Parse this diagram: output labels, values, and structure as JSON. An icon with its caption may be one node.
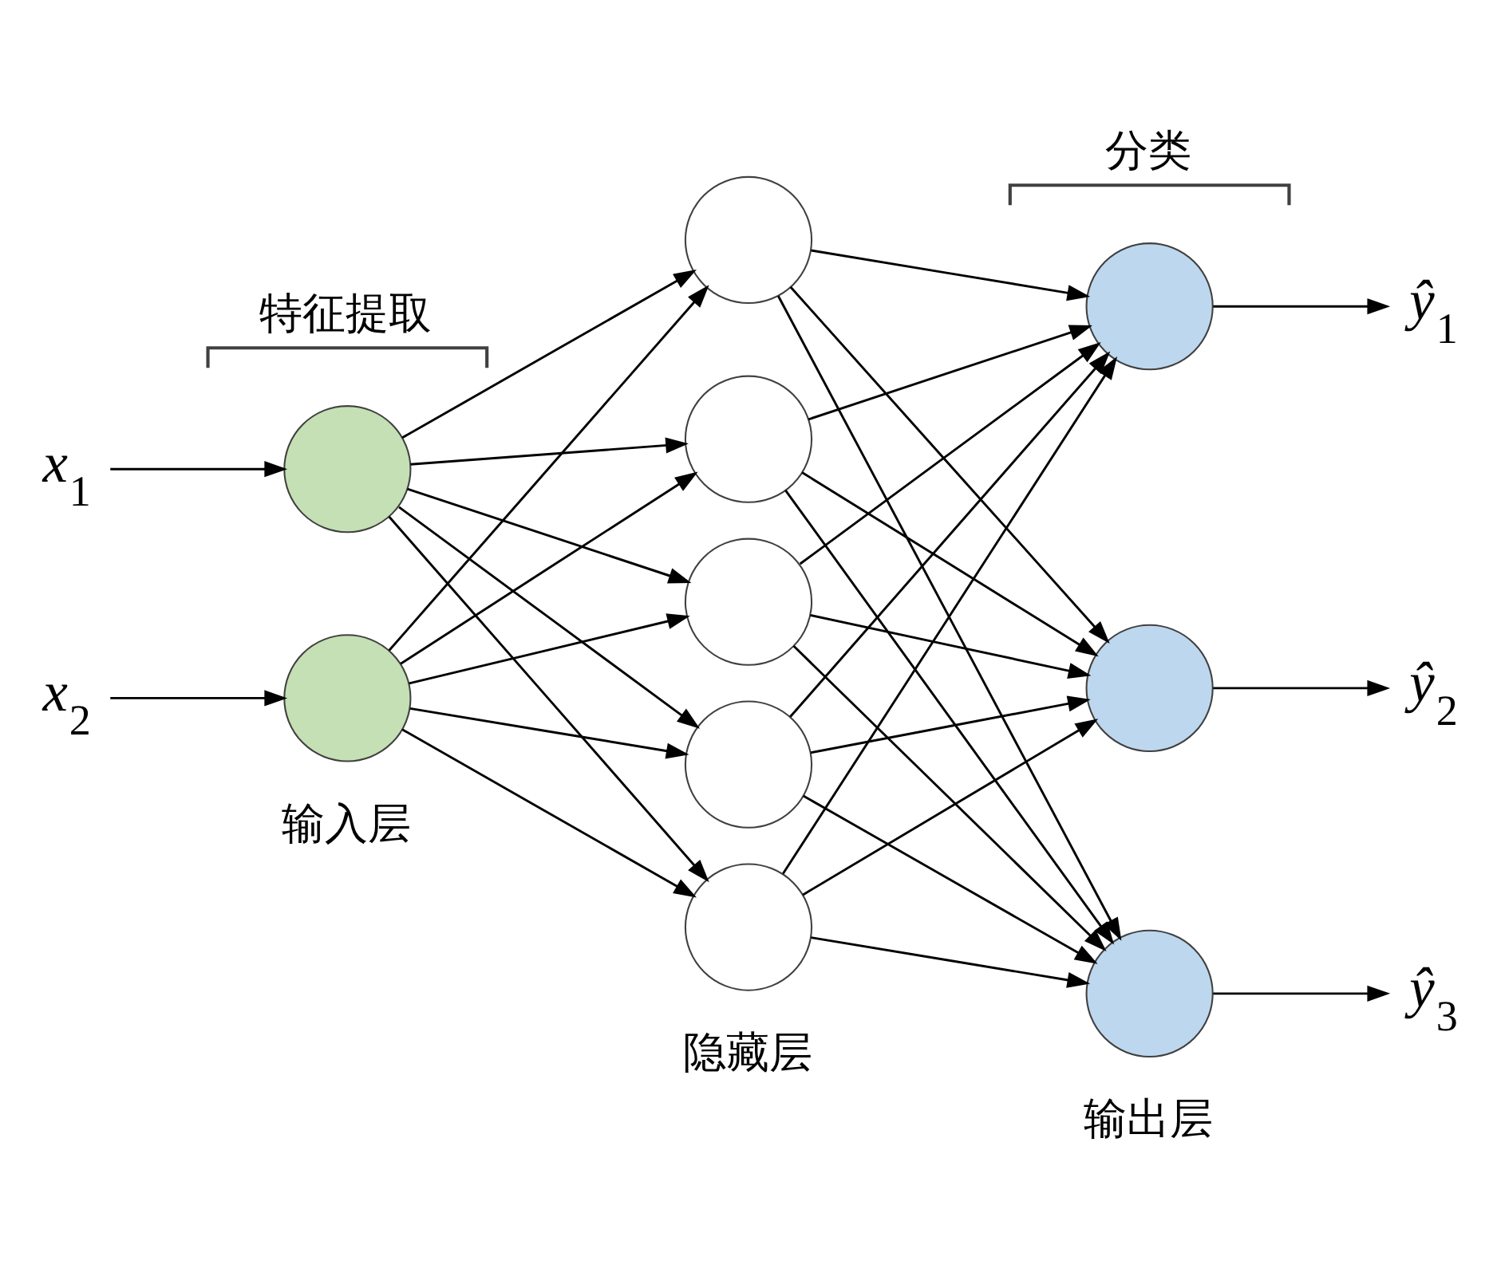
{
  "diagram": {
    "nodes": [
      {
        "text": [
          "x$_{1}$"
        ]
      },
      {
        "text": [
          "x$_{2}$"
        ]
      },
      {
        "text": [],
        "shape": "circle"
      },
      {
        "text": [],
        "shape": "circle"
      },
      {
        "text": [],
        "shape": "circle"
      },
      {
        "text": [],
        "shape": "circle"
      },
      {
        "text": [],
        "shape": "circle"
      },
      {
        "text": [],
        "shape": "circle"
      },
      {
        "text": [],
        "shape": "circle"
      },
      {
        "text": [],
        "shape": "circle"
      },
      {
        "text": [],
        "shape": "circle"
      },
      {
        "text": [],
        "shape": "circle"
      },
      {
        "text": [
          "ŷ$_{1}$"
        ]
      },
      {
        "text": [
          "ŷ$_{2}$"
        ]
      },
      {
        "text": [
          "ŷ$_{3}$"
        ]
      }
    ],
    "edges": [
      {
        "from": 0,
        "to": 2,
        "arrow": "to"
      },
      {
        "from": 1,
        "to": 3,
        "arrow": "to"
      },
      {
        "from": 2,
        "to": 4,
        "arrow": "to"
      },
      {
        "from": 2,
        "to": 5,
        "arrow": "to"
      },
      {
        "from": 2,
        "to": 6,
        "arrow": "to"
      },
      {
        "from": 2,
        "to": 7,
        "arrow": "to"
      },
      {
        "from": 2,
        "to": 8,
        "arrow": "to"
      },
      {
        "from": 3,
        "to": 4,
        "arrow": "to"
      },
      {
        "from": 3,
        "to": 5,
        "arrow": "to"
      },
      {
        "from": 3,
        "to": 6,
        "arrow": "to"
      },
      {
        "from": 3,
        "to": 7,
        "arrow": "to"
      },
      {
        "from": 3,
        "to": 8,
        "arrow": "to"
      },
      {
        "from": 4,
        "to": 9,
        "arrow": "to"
      },
      {
        "from": 4,
        "to": 10,
        "arrow": "to"
      },
      {
        "from": 4,
        "to": 11,
        "arrow": "to"
      },
      {
        "from": 5,
        "to": 9,
        "arrow": "to"
      },
      {
        "from": 5,
        "to": 10,
        "arrow": "to"
      },
      {
        "from": 5,
        "to": 11,
        "arrow": "to"
      },
      {
        "from": 6,
        "to": 9,
        "arrow": "to"
      },
      {
        "from": 6,
        "to": 10,
        "arrow": "to"
      },
      {
        "from": 6,
        "to": 11,
        "arrow": "to"
      },
      {
        "from": 7,
        "to": 9,
        "arrow": "to"
      },
      {
        "from": 7,
        "to": 10,
        "arrow": "to"
      },
      {
        "from": 7,
        "to": 11,
        "arrow": "to"
      },
      {
        "from": 8,
        "to": 9,
        "arrow": "to"
      },
      {
        "from": 8,
        "to": 10,
        "arrow": "to"
      },
      {
        "from": 8,
        "to": 11,
        "arrow": "to"
      },
      {
        "from": 9,
        "to": 12,
        "arrow": "to"
      },
      {
        "from": 10,
        "to": 13,
        "arrow": "to"
      },
      {
        "from": 11,
        "to": 14,
        "arrow": "to"
      }
    ],
    "labels": [
      "特征提取",
      "分类",
      "输入层",
      "隐藏层",
      "输出层"
    ]
  }
}
